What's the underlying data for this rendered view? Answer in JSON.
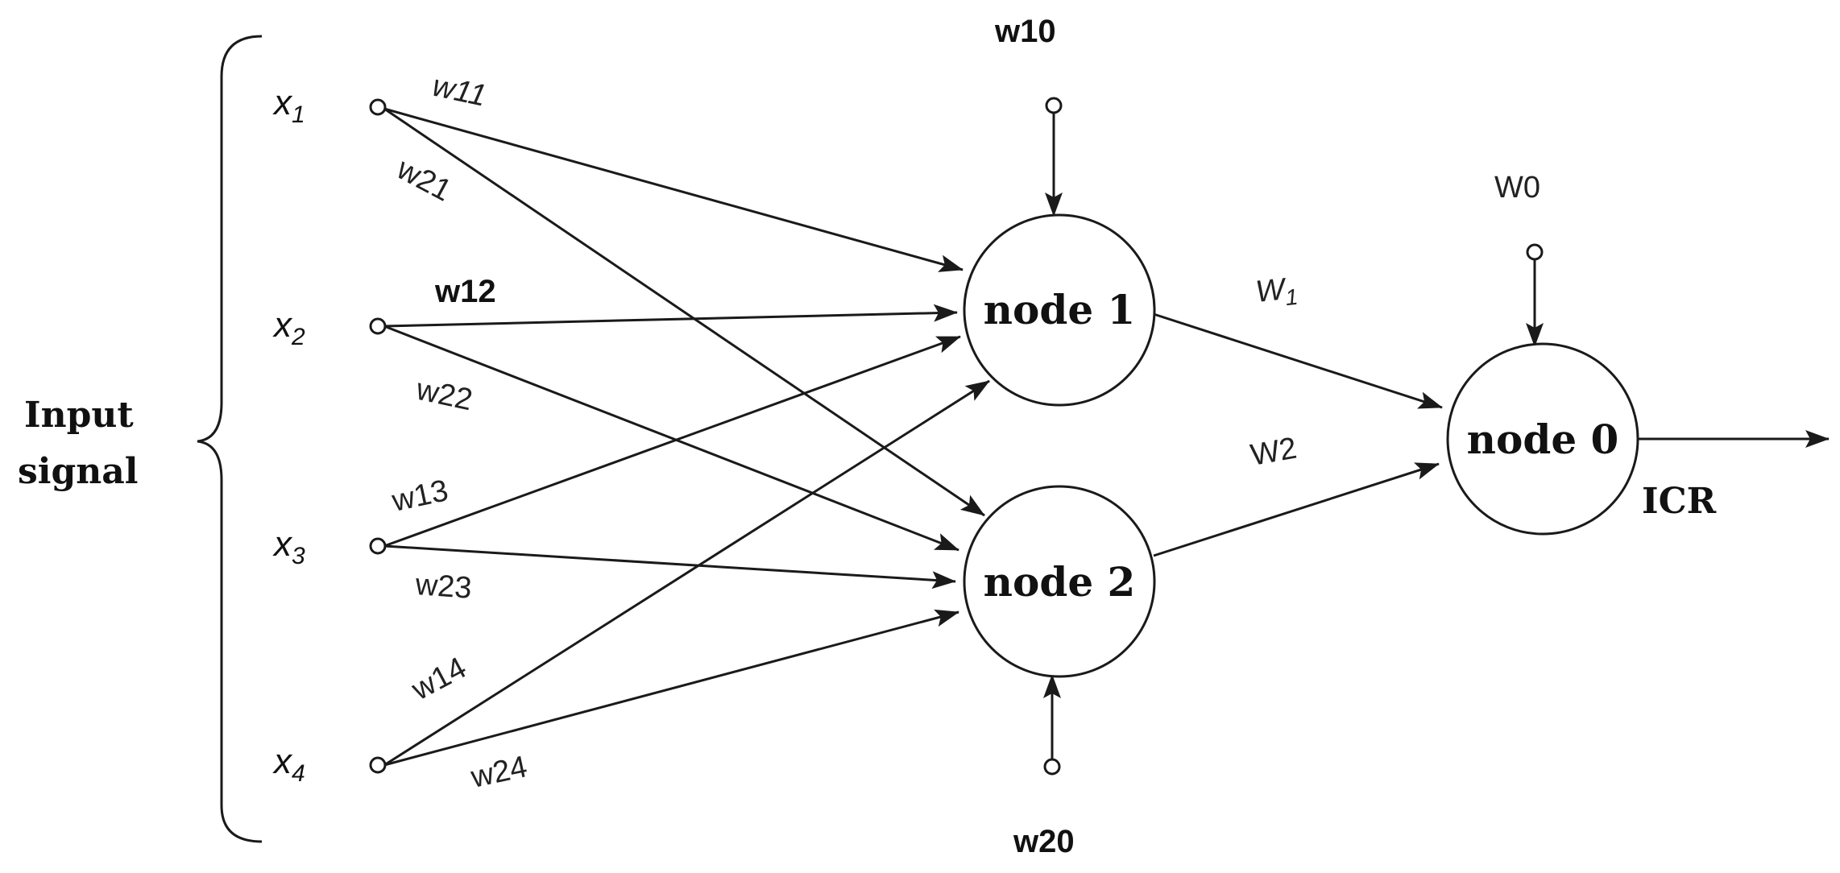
{
  "group_label": {
    "line1": "Input",
    "line2": "signal"
  },
  "inputs": [
    {
      "id": "x1",
      "base": "x",
      "sub": "1"
    },
    {
      "id": "x2",
      "base": "x",
      "sub": "2"
    },
    {
      "id": "x3",
      "base": "x",
      "sub": "3"
    },
    {
      "id": "x4",
      "base": "x",
      "sub": "4"
    }
  ],
  "nodes": [
    {
      "id": "node1",
      "label": "node 1"
    },
    {
      "id": "node2",
      "label": "node 2"
    },
    {
      "id": "node0",
      "label": "node 0"
    }
  ],
  "biases": [
    {
      "id": "b1",
      "label": "w10",
      "target": "node1"
    },
    {
      "id": "b2",
      "label": "w20",
      "target": "node2"
    },
    {
      "id": "b0",
      "label": "W0",
      "target": "node0"
    }
  ],
  "edges": [
    {
      "from": "x1",
      "to": "node1",
      "label": "w11"
    },
    {
      "from": "x1",
      "to": "node2",
      "label": "w21"
    },
    {
      "from": "x2",
      "to": "node1",
      "label": "w12"
    },
    {
      "from": "x2",
      "to": "node2",
      "label": "w22"
    },
    {
      "from": "x3",
      "to": "node1",
      "label": "w13"
    },
    {
      "from": "x3",
      "to": "node2",
      "label": "w23"
    },
    {
      "from": "x4",
      "to": "node1",
      "label": "w14"
    },
    {
      "from": "x4",
      "to": "node2",
      "label": "w24"
    },
    {
      "from": "node1",
      "to": "node0",
      "label": "W",
      "label_sub": "1"
    },
    {
      "from": "node2",
      "to": "node0",
      "label": "W2"
    }
  ],
  "output": {
    "label": "ICR"
  }
}
